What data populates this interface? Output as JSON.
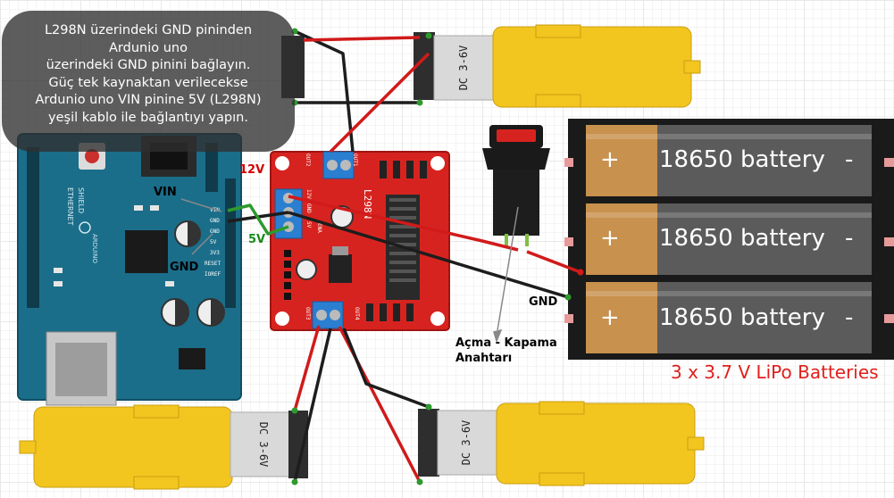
{
  "note": {
    "lines": [
      "L298N üzerindeki GND pininden",
      "Ardunio uno",
      "üzerindeki GND pinini bağlayın.",
      "Güç tek kaynaktan verilecekse",
      "Ardunio uno VIN pinine 5V (L298N)",
      "yeşil kablo ile bağlantıyı yapın."
    ]
  },
  "labels": {
    "vin": "VIN",
    "gnd_arduino": "GND",
    "v12": "12V",
    "v5": "5V",
    "gnd_battery": "GND",
    "switch_line1": "Açma - Kapama",
    "switch_line2": "Anahtarı",
    "batteries_caption": "3 x 3.7 V LiPo Batteries"
  },
  "battery": {
    "cells": [
      {
        "text": "18650 battery",
        "plus": "+",
        "minus": "-"
      },
      {
        "text": "18650 battery",
        "plus": "+",
        "minus": "-"
      },
      {
        "text": "18650 battery",
        "plus": "+",
        "minus": "-"
      }
    ]
  },
  "motors": {
    "label": "DC 3-6V"
  },
  "driver": {
    "name": "L298N",
    "out1": "OUT1",
    "out2": "OUT2",
    "out3": "OUT3",
    "out4": "OUT4",
    "v12": "12V",
    "gnd": "GND",
    "v5": "5V",
    "ena": "ENA"
  },
  "arduino": {
    "shield": "ETHERNET SHIELD",
    "brand": "ARDUINO",
    "pins": [
      "VIN",
      "GND",
      "GND",
      "5V",
      "3V3",
      "RESET",
      "IOREF"
    ]
  },
  "colors": {
    "board_blue": "#1b6e8a",
    "driver_red": "#d7231f",
    "battery_gold": "#c8914d",
    "motor_yellow": "#f3c51f",
    "caption_red": "#e0201c",
    "label_red": "#d40000",
    "label_green": "#1a8a1a"
  }
}
